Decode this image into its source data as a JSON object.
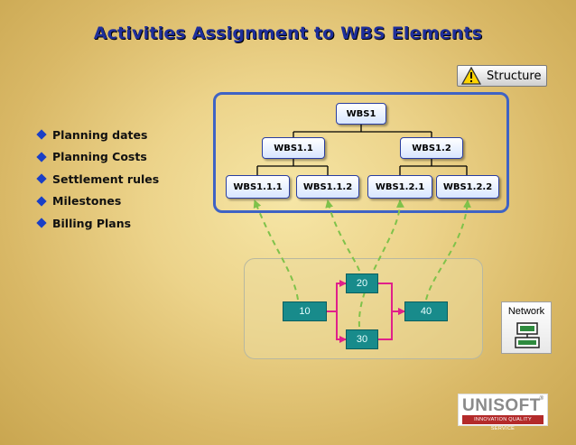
{
  "title": "Activities Assignment to WBS Elements",
  "structure_button": {
    "label": "Structure",
    "icon": "warning-triangle-icon"
  },
  "bullets": [
    "Planning dates",
    "Planning Costs",
    "Settlement rules",
    "Milestones",
    "Billing Plans"
  ],
  "wbs": {
    "root": "WBS1",
    "level2": [
      "WBS1.1",
      "WBS1.2"
    ],
    "level3": [
      "WBS1.1.1",
      "WBS1.1.2",
      "WBS1.2.1",
      "WBS1.2.2"
    ]
  },
  "activities": [
    "10",
    "20",
    "30",
    "40"
  ],
  "network_button": {
    "label": "Network",
    "icon": "network-icon"
  },
  "logo": {
    "brand": "UNISOFT",
    "reg": "®",
    "tagline": "INNOVATION QUALITY SERVICE"
  },
  "colors": {
    "title": "#1f2f9a",
    "frame": "#3f63c4",
    "activity": "#188b8b",
    "arrow": "#e0208a",
    "assignment": "#7fc24a"
  }
}
